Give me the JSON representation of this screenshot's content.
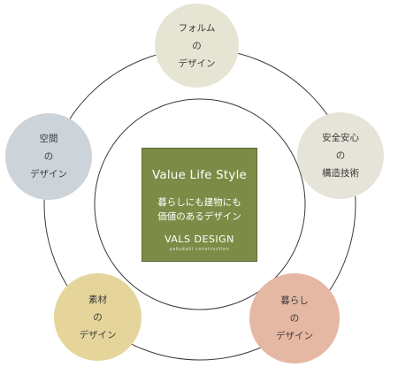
{
  "center": {
    "title": "Value Life Style",
    "tagline_line1": "暮らしにも建物にも",
    "tagline_line2": "価値のあるデザイン",
    "brand": "VALS DESIGN",
    "subbrand": "yabukaki    construction"
  },
  "nodes": [
    {
      "lines": [
        "フォルム",
        "の",
        "デザイン"
      ],
      "color": "#e6e4d3"
    },
    {
      "lines": [
        "安全安心",
        "の",
        "構造技術"
      ],
      "color": "#e6e4d8"
    },
    {
      "lines": [
        "暮らし",
        "の",
        "デザイン"
      ],
      "color": "#e5b8a3"
    },
    {
      "lines": [
        "素材",
        "の",
        "デザイン"
      ],
      "color": "#e6d59b"
    },
    {
      "lines": [
        "空間",
        "の",
        "デザイン"
      ],
      "color": "#ccd4da"
    }
  ],
  "colors": {
    "center_fill": "#7c8c46",
    "ring_stroke": "#3a3a3a"
  }
}
